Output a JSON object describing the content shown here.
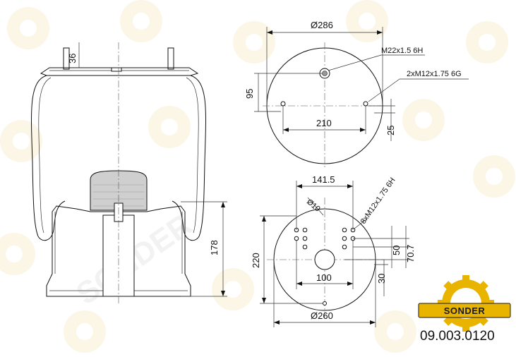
{
  "drawing": {
    "dims": {
      "stud_height": "36",
      "top_diameter": "Ø286",
      "top_thread_center": "M22x1.5 6H",
      "top_thread_side": "2xM12x1.75 6G",
      "top_offset": "95",
      "top_spacing": "210",
      "top_edge": "25",
      "total_height": "178",
      "bottom_offset_x": "141.5",
      "bottom_hole": "Ø10",
      "bottom_thread": "8xM12x1.75 6H",
      "bottom_offset_y": "220",
      "bottom_spacing_a": "50",
      "bottom_spacing_b": "70.7",
      "bottom_center": "100",
      "bottom_edge": "30",
      "bottom_diameter": "Ø260"
    }
  },
  "brand": {
    "logo_text": "SONDER",
    "part_number": "09.003.0120",
    "accent_color": "#e8b400"
  },
  "watermark": {
    "text": "SONDER"
  }
}
